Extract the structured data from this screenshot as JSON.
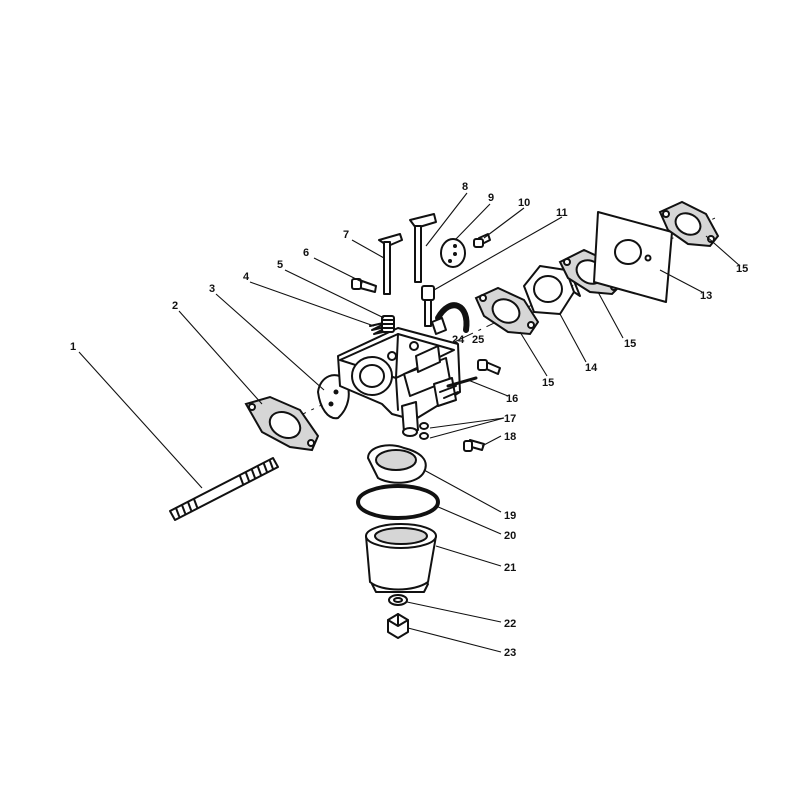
{
  "callouts": [
    "1",
    "2",
    "3",
    "4",
    "5",
    "6",
    "7",
    "8",
    "9",
    "10",
    "11",
    "13",
    "14",
    "15",
    "15",
    "15",
    "16",
    "17",
    "18",
    "19",
    "20",
    "21",
    "22",
    "23",
    "24",
    "25"
  ]
}
